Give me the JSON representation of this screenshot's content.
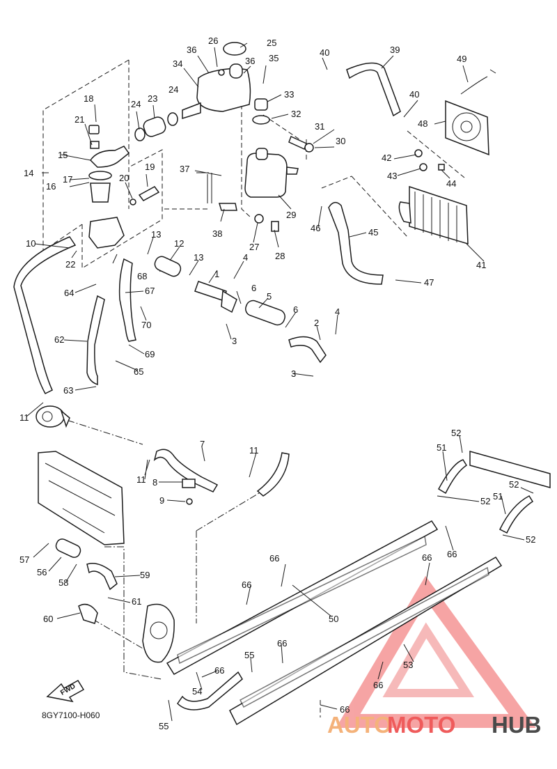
{
  "diagram": {
    "code": "8GY7100-H060",
    "fwd_label": "FWD",
    "watermark": {
      "part1": "AUTO",
      "part2": "MOTO",
      "part3": "HUB",
      "color_orange": "#f4b27a",
      "color_red": "#ef5b5b",
      "color_dark": "#4a4a4a"
    },
    "callouts": [
      {
        "id": "c1",
        "n": "1"
      },
      {
        "id": "c2",
        "n": "2"
      },
      {
        "id": "c3a",
        "n": "3"
      },
      {
        "id": "c3b",
        "n": "3"
      },
      {
        "id": "c4a",
        "n": "4"
      },
      {
        "id": "c4b",
        "n": "4"
      },
      {
        "id": "c5",
        "n": "5"
      },
      {
        "id": "c6a",
        "n": "6"
      },
      {
        "id": "c6b",
        "n": "6"
      },
      {
        "id": "c7",
        "n": "7"
      },
      {
        "id": "c8",
        "n": "8"
      },
      {
        "id": "c9",
        "n": "9"
      },
      {
        "id": "c10",
        "n": "10"
      },
      {
        "id": "c11a",
        "n": "11"
      },
      {
        "id": "c11b",
        "n": "11"
      },
      {
        "id": "c11c",
        "n": "11"
      },
      {
        "id": "c12",
        "n": "12"
      },
      {
        "id": "c13a",
        "n": "13"
      },
      {
        "id": "c13b",
        "n": "13"
      },
      {
        "id": "c14",
        "n": "14"
      },
      {
        "id": "c15",
        "n": "15"
      },
      {
        "id": "c16",
        "n": "16"
      },
      {
        "id": "c17",
        "n": "17"
      },
      {
        "id": "c18",
        "n": "18"
      },
      {
        "id": "c19",
        "n": "19"
      },
      {
        "id": "c20",
        "n": "20"
      },
      {
        "id": "c21",
        "n": "21"
      },
      {
        "id": "c22",
        "n": "22"
      },
      {
        "id": "c23",
        "n": "23"
      },
      {
        "id": "c24a",
        "n": "24"
      },
      {
        "id": "c24b",
        "n": "24"
      },
      {
        "id": "c25",
        "n": "25"
      },
      {
        "id": "c26",
        "n": "26"
      },
      {
        "id": "c27",
        "n": "27"
      },
      {
        "id": "c28",
        "n": "28"
      },
      {
        "id": "c29",
        "n": "29"
      },
      {
        "id": "c30",
        "n": "30"
      },
      {
        "id": "c31",
        "n": "31"
      },
      {
        "id": "c32",
        "n": "32"
      },
      {
        "id": "c33",
        "n": "33"
      },
      {
        "id": "c34",
        "n": "34"
      },
      {
        "id": "c35",
        "n": "35"
      },
      {
        "id": "c36a",
        "n": "36"
      },
      {
        "id": "c36b",
        "n": "36"
      },
      {
        "id": "c37",
        "n": "37"
      },
      {
        "id": "c38",
        "n": "38"
      },
      {
        "id": "c39",
        "n": "39"
      },
      {
        "id": "c40a",
        "n": "40"
      },
      {
        "id": "c40b",
        "n": "40"
      },
      {
        "id": "c41",
        "n": "41"
      },
      {
        "id": "c42",
        "n": "42"
      },
      {
        "id": "c43",
        "n": "43"
      },
      {
        "id": "c44",
        "n": "44"
      },
      {
        "id": "c45",
        "n": "45"
      },
      {
        "id": "c46",
        "n": "46"
      },
      {
        "id": "c47",
        "n": "47"
      },
      {
        "id": "c48",
        "n": "48"
      },
      {
        "id": "c49",
        "n": "49"
      },
      {
        "id": "c50",
        "n": "50"
      },
      {
        "id": "c51a",
        "n": "51"
      },
      {
        "id": "c51b",
        "n": "51"
      },
      {
        "id": "c52a",
        "n": "52"
      },
      {
        "id": "c52b",
        "n": "52"
      },
      {
        "id": "c52c",
        "n": "52"
      },
      {
        "id": "c52d",
        "n": "52"
      },
      {
        "id": "c53",
        "n": "53"
      },
      {
        "id": "c54",
        "n": "54"
      },
      {
        "id": "c55a",
        "n": "55"
      },
      {
        "id": "c55b",
        "n": "55"
      },
      {
        "id": "c56",
        "n": "56"
      },
      {
        "id": "c57",
        "n": "57"
      },
      {
        "id": "c58",
        "n": "58"
      },
      {
        "id": "c59",
        "n": "59"
      },
      {
        "id": "c60",
        "n": "60"
      },
      {
        "id": "c61",
        "n": "61"
      },
      {
        "id": "c62",
        "n": "62"
      },
      {
        "id": "c63",
        "n": "63"
      },
      {
        "id": "c64",
        "n": "64"
      },
      {
        "id": "c65",
        "n": "65"
      },
      {
        "id": "c66a",
        "n": "66"
      },
      {
        "id": "c66b",
        "n": "66"
      },
      {
        "id": "c66c",
        "n": "66"
      },
      {
        "id": "c66d",
        "n": "66"
      },
      {
        "id": "c66e",
        "n": "66"
      },
      {
        "id": "c66f",
        "n": "66"
      },
      {
        "id": "c66g",
        "n": "66"
      },
      {
        "id": "c67",
        "n": "67"
      },
      {
        "id": "c68",
        "n": "68"
      },
      {
        "id": "c69",
        "n": "69"
      },
      {
        "id": "c70",
        "n": "70"
      }
    ]
  }
}
